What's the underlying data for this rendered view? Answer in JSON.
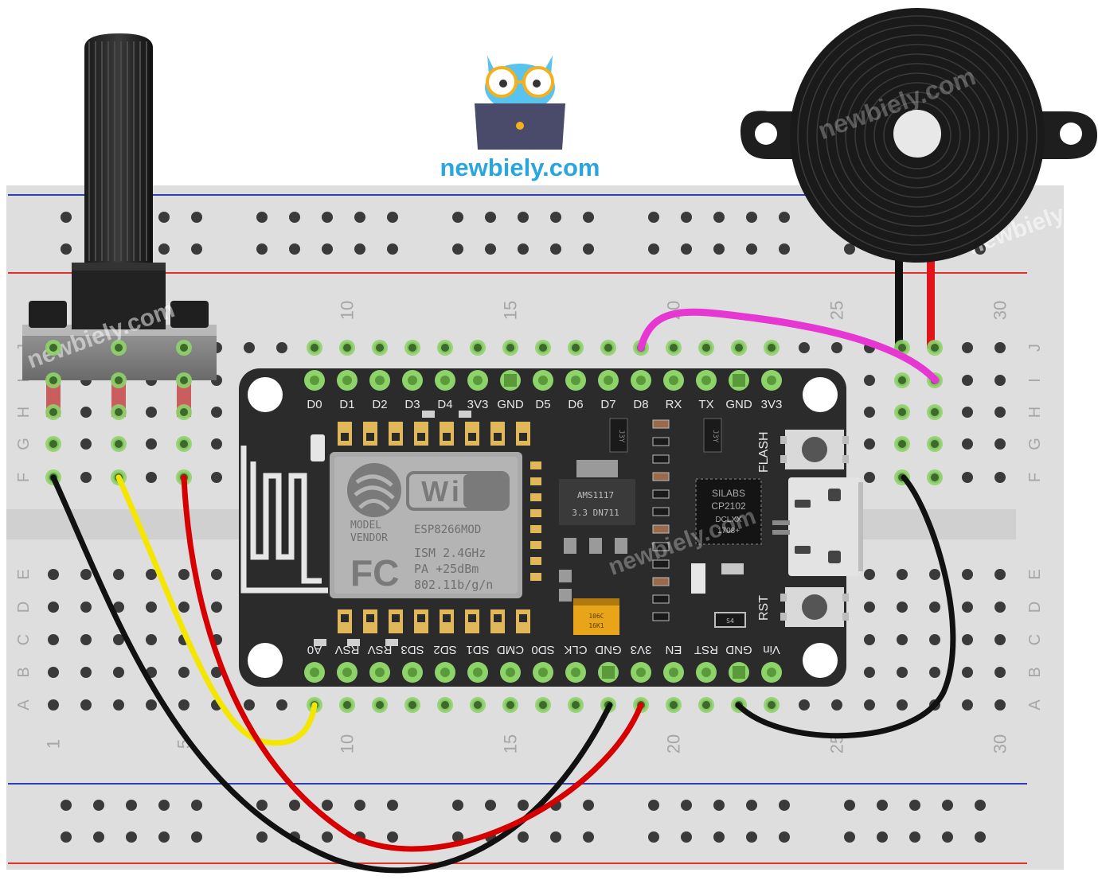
{
  "brand": {
    "site": "newbiely.com",
    "watermark": "newbiely.com",
    "color": "#2aa6df",
    "mascot_icon": "owl-laptop-icon"
  },
  "breadboard": {
    "row_letters_top": [
      "J",
      "I",
      "H",
      "G",
      "F"
    ],
    "row_letters_bottom": [
      "E",
      "D",
      "C",
      "B",
      "A"
    ],
    "column_numbers": [
      "1",
      "5",
      "10",
      "15",
      "20",
      "25",
      "30"
    ],
    "rail_colors": {
      "plus": "#e0312b",
      "minus": "#2f3fb4"
    }
  },
  "board": {
    "top_pins": [
      "D0",
      "D1",
      "D2",
      "D3",
      "D4",
      "3V3",
      "GND",
      "D5",
      "D6",
      "D7",
      "D8",
      "RX",
      "TX",
      "GND",
      "3V3"
    ],
    "bottom_pins": [
      "A0",
      "RSV",
      "RSV",
      "SD3",
      "SD2",
      "SD1",
      "CMD",
      "SD0",
      "CLK",
      "GND",
      "3V3",
      "EN",
      "RST",
      "GND",
      "Vin"
    ],
    "button_flash": "FLASH",
    "button_rst": "RST",
    "module": {
      "logo": "WiFi",
      "model_line1": "MODEL",
      "model_line2": "VENDOR",
      "name": "ESP8266MOD",
      "ism": "ISM 2.4GHz",
      "pa": "PA  +25dBm",
      "std": "802.11b/g/n",
      "fcc": "FC"
    },
    "regulator": {
      "line1": "AMS1117",
      "line2": "3.3  DN711"
    },
    "usb_chip": {
      "line1": "SILABS",
      "line2": "CP2102",
      "line3": "DCLXX",
      "line4": "1708+"
    },
    "capacitor": {
      "line1": "106C",
      "line2": "16K1"
    },
    "diode_left": "J3Y",
    "diode_right": "J3Y",
    "resistor_small": "S4"
  },
  "wires": {
    "colors": {
      "gnd": "#111111",
      "signal": "#f5e600",
      "vcc": "#d60000",
      "buzzer_signal": "#e637d3"
    }
  }
}
